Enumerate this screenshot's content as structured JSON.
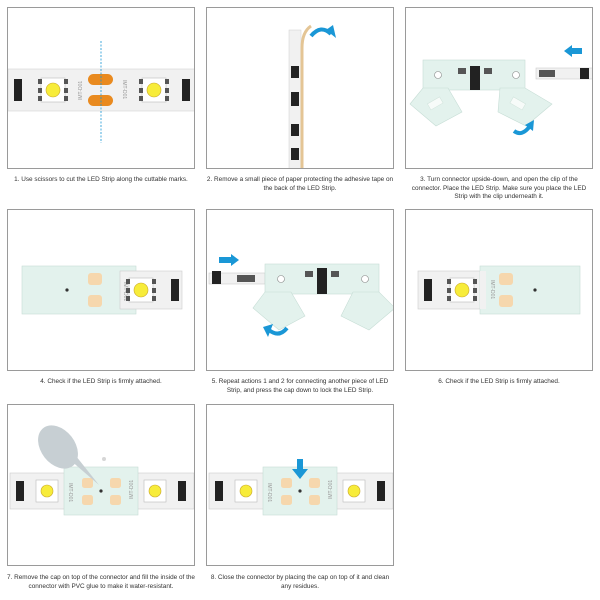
{
  "colors": {
    "arrow": "#1a97d6",
    "connector": "#e3f2ed",
    "pad_copper": "#f6d7ad",
    "cut_pad": "#e98a1f",
    "led_yellow": "#f7ec3a",
    "strip": "#f1f1f1",
    "border": "#9a9a9a"
  },
  "icons": [
    "arrow-icon",
    "scissors-cut-line",
    "glue-bottle-icon"
  ],
  "strip_marking": "IMT-D01",
  "steps": [
    {
      "text": "1. Use scissors to cut the LED Strip along the cuttable marks."
    },
    {
      "text": "2. Remove a small piece of paper protecting the adhesive tape on the back of the LED Strip."
    },
    {
      "text": "3. Turn connector upside-down, and open the clip of the connector. Place the LED Strip. Make sure you place the LED Strip with the clip underneath it."
    },
    {
      "text": "4. Check if the LED Strip is firmly attached."
    },
    {
      "text": "5. Repeat actions 1 and 2 for connecting another piece of LED Strip, and press the cap down to lock the LED Strip."
    },
    {
      "text": "6. Check if the LED Strip is firmly attached."
    },
    {
      "text": "7. Remove the cap on top of the connector and fill the inside of the connector with PVC glue to make it water-resistant."
    },
    {
      "text": "8. Close the connector by placing the cap on top of it and clean any residues."
    }
  ]
}
